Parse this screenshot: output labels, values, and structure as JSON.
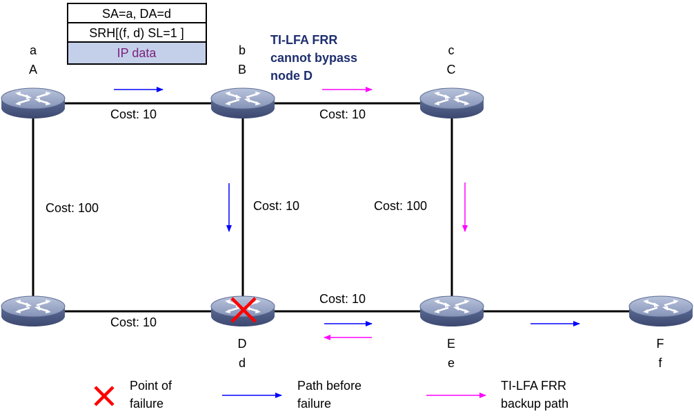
{
  "header_box": {
    "line1": "SA=a, DA=d",
    "line2": "SRH[(f, d) SL=1 ]",
    "line3": "IP data"
  },
  "annotation": {
    "line1": "TI-LFA FRR",
    "line2": "cannot bypass",
    "line3": "node D"
  },
  "nodes": {
    "A": {
      "upper": "a",
      "lower": "A"
    },
    "B": {
      "upper": "b",
      "lower": "B"
    },
    "C": {
      "upper": "c",
      "lower": "C"
    },
    "D": {
      "upper": "D",
      "lower": "d"
    },
    "E": {
      "upper": "E",
      "lower": "e"
    },
    "F": {
      "upper": "F",
      "lower": "f"
    }
  },
  "links": {
    "a_b": "Cost: 10",
    "b_c": "Cost: 10",
    "a_left": "Cost: 100",
    "b_d": "Cost: 10",
    "c_e": "Cost: 100",
    "left_d": "Cost: 10",
    "d_e": "Cost: 10"
  },
  "legend": {
    "failure_line1": "Point of",
    "failure_line2": "failure",
    "before_line1": "Path before",
    "before_line2": "failure",
    "backup_line1": "TI-LFA FRR",
    "backup_line2": "backup path"
  },
  "colors": {
    "primary_path": "#0000ff",
    "backup_path": "#ff00ff",
    "failure": "#ff0000",
    "annotation": "#1f2f6f",
    "ip_data_bg": "#c4d0ea",
    "ip_data_text": "#7b1f7b"
  }
}
